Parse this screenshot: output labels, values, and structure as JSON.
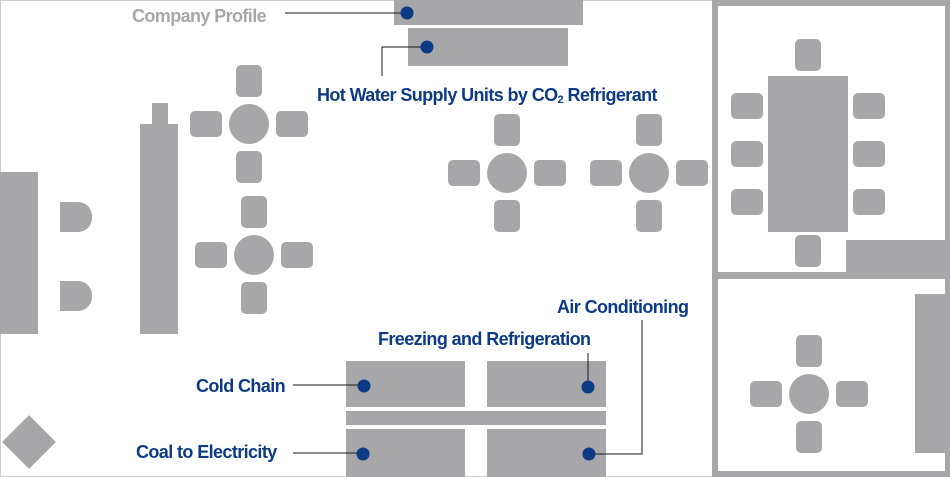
{
  "colors": {
    "furniture": "#a7a7a9",
    "furniture_light": "#a7a7a9",
    "wall": "#a7a7a9",
    "border": "#cfcfd1",
    "marker": "#0d3a85",
    "leader": "#1a1a1a",
    "label_active": "#0d3a85",
    "label_muted": "#a7a7a9"
  },
  "hotspots": {
    "company_profile": {
      "label": "Company Profile",
      "state": "muted"
    },
    "hot_water": {
      "label_main": "Hot Water Supply Units by CO",
      "label_sub": "2",
      "label_tail": " Refrigerant",
      "state": "active"
    },
    "air_conditioning": {
      "label": "Air Conditioning",
      "state": "active"
    },
    "freezing": {
      "label": "Freezing and Refrigeration",
      "state": "active"
    },
    "cold_chain": {
      "label": "Cold Chain",
      "state": "active"
    },
    "coal": {
      "label": "Coal to Electricity",
      "state": "active"
    }
  }
}
